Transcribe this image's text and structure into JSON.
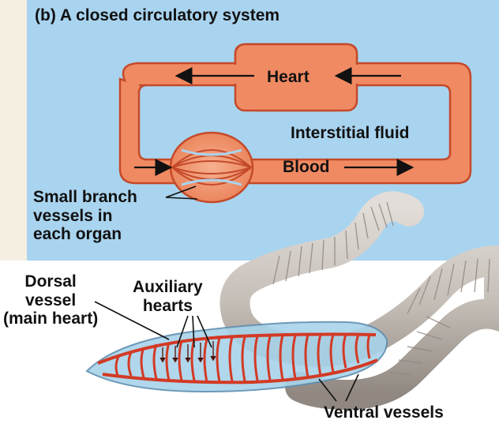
{
  "panel": {
    "title": "(b) A closed circulatory system",
    "background": "#a9d4ef"
  },
  "labels": {
    "heart": "Heart",
    "interstitial_fluid": "Interstitial fluid",
    "blood": "Blood",
    "small_branch": [
      "Small branch",
      "vessels in",
      "each organ"
    ],
    "dorsal_vessel": [
      "Dorsal",
      "vessel",
      "(main heart)"
    ],
    "auxiliary_hearts": [
      "Auxiliary",
      "hearts"
    ],
    "ventral_vessels": "Ventral vessels"
  },
  "colors": {
    "vessel_fill": "#f08a62",
    "vessel_stroke": "#c44a2a",
    "worm_body": "#c9c3bd",
    "worm_shadow": "#8f8780",
    "worm_tissue": "#a8d3ea",
    "earthworm_vessels": "#d33a25"
  },
  "icons": [
    "arrow-left-icon",
    "arrow-right-icon",
    "organ-capillary-icon"
  ]
}
